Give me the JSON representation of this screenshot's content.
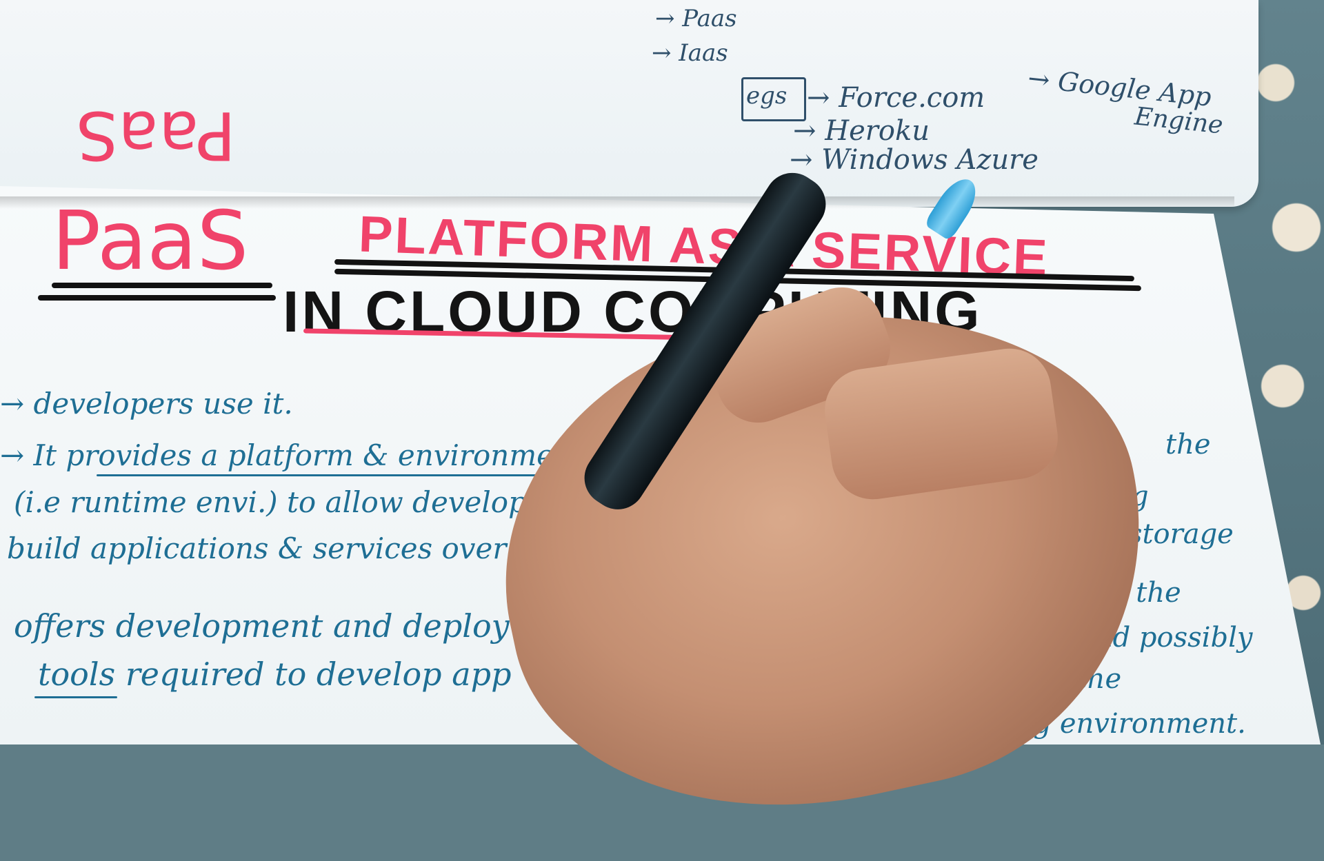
{
  "notes": {
    "top_list": [
      "→ Paas",
      "→ Iaas"
    ],
    "egs_label": "egs",
    "examples": [
      "→ Force.com",
      "→ Heroku",
      "→ Windows Azure"
    ],
    "google_app_engine": [
      "→ Google App",
      "Engine"
    ],
    "flipped_heading": "PaaS",
    "title_abbrev": "PaaS",
    "title_full": "PLATFORM AS A SERVICE",
    "subtitle": "IN CLOUD COMPUTING",
    "body_lines": [
      "→ developers use it.",
      "→ It provides a platform & environment",
      "(i.e runtime envi.) to allow developers",
      "build applications & services over the i",
      "offers development and deploy",
      "tools required to develop app"
    ],
    "right_fragments": [
      "the",
      "g",
      "or storage",
      "over the",
      "ns and possibly",
      "for the",
      "ing environment."
    ]
  },
  "colors": {
    "ink_blue": "#1e6e94",
    "ink_red": "#f0436a",
    "ink_black": "#141414",
    "paper": "#f6f9fb"
  },
  "icons": [
    "pen-icon",
    "hand-icon"
  ]
}
